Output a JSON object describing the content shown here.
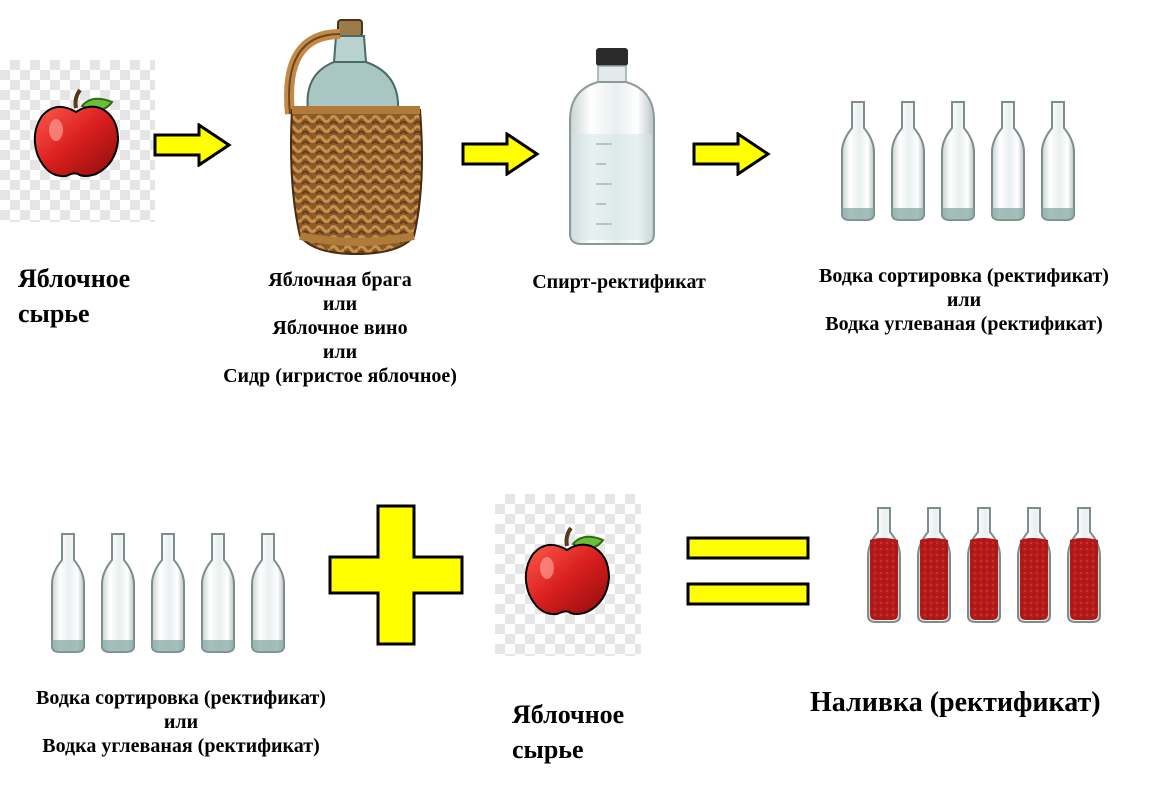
{
  "row1": {
    "apple_label": [
      "Яблочное",
      "сырье"
    ],
    "mash_label": [
      "Яблочная брага",
      "или",
      "Яблочное вино",
      "или",
      "Сидр (игристое яблочное)"
    ],
    "spirit_label": "Спирт-ректификат",
    "vodka_label": [
      "Водка сортировка (ректификат)",
      "или",
      "Водка углеваная (ректификат)"
    ]
  },
  "row2": {
    "vodka_label": [
      "Водка сортировка (ректификат)",
      "или",
      "Водка углеваная (ректификат)"
    ],
    "apple_label": [
      "Яблочное",
      "сырье"
    ],
    "result_label": "Наливка (ректификат)"
  },
  "icons": {
    "apple": "apple-icon",
    "wicker_bottle": "wicker-demijohn-icon",
    "lab_bottle": "graduated-bottle-icon",
    "clear_bottle": "clear-bottle-icon",
    "red_bottle": "red-liqueur-bottle-icon",
    "arrow": "arrow-right-icon",
    "plus": "plus-icon",
    "equals": "equals-icon"
  },
  "colors": {
    "arrow_fill": "#ffff00",
    "apple_red": "#d81e1e",
    "liqueur_red": "#b51a1a"
  }
}
